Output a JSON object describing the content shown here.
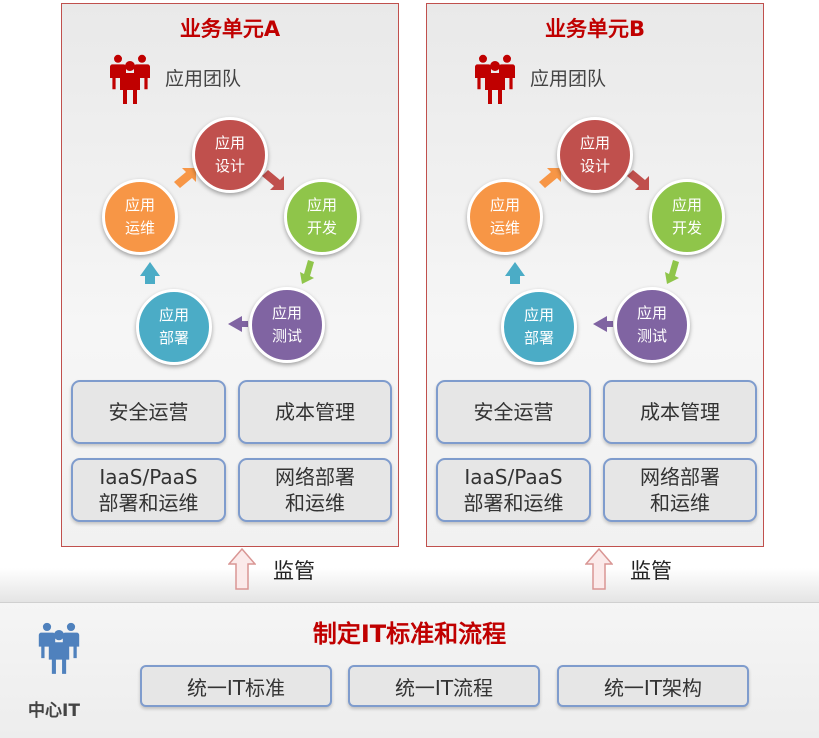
{
  "units": [
    {
      "title": "业务单元A",
      "team": "应用团队",
      "cycle": {
        "design": [
          "应用",
          "设计"
        ],
        "dev": [
          "应用",
          "开发"
        ],
        "test": [
          "应用",
          "测试"
        ],
        "deploy": [
          "应用",
          "部署"
        ],
        "ops": [
          "应用",
          "运维"
        ]
      },
      "boxes": {
        "security": "安全运营",
        "cost": "成本管理",
        "iaas": [
          "IaaS/PaaS",
          "部署和运维"
        ],
        "network": [
          "网络部署",
          "和运维"
        ]
      }
    },
    {
      "title": "业务单元B",
      "team": "应用团队",
      "cycle": {
        "design": [
          "应用",
          "设计"
        ],
        "dev": [
          "应用",
          "开发"
        ],
        "test": [
          "应用",
          "测试"
        ],
        "deploy": [
          "应用",
          "部署"
        ],
        "ops": [
          "应用",
          "运维"
        ]
      },
      "boxes": {
        "security": "安全运营",
        "cost": "成本管理",
        "iaas": [
          "IaaS/PaaS",
          "部署和运维"
        ],
        "network": [
          "网络部署",
          "和运维"
        ]
      }
    }
  ],
  "supervise_label": "监管",
  "central": {
    "title": "制定IT标准和流程",
    "label": "中心IT",
    "standards": [
      "统一IT标准",
      "统一IT流程",
      "统一IT架构"
    ]
  },
  "colors": {
    "accent_red": "#c00000",
    "design": "#c0504d",
    "dev": "#8fc54a",
    "test": "#8064a2",
    "deploy": "#4bacc6",
    "ops": "#f79646",
    "box_border": "#7f9ccd",
    "team_icon": "#c00000",
    "central_icon": "#4f81bd"
  },
  "icons": {
    "team": "people-group-icon",
    "central": "people-group-icon",
    "supervise": "up-arrow-icon"
  }
}
